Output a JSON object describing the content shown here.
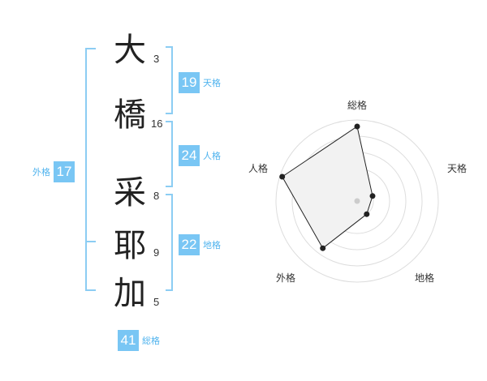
{
  "name": {
    "chars": [
      {
        "char": "大",
        "strokes": "3"
      },
      {
        "char": "橋",
        "strokes": "16"
      },
      {
        "char": "采",
        "strokes": "8"
      },
      {
        "char": "耶",
        "strokes": "9"
      },
      {
        "char": "加",
        "strokes": "5"
      }
    ]
  },
  "fortune": {
    "tenkaku": {
      "value": "19",
      "label": "天格"
    },
    "jinkaku": {
      "value": "24",
      "label": "人格"
    },
    "chikaku": {
      "value": "22",
      "label": "地格"
    },
    "gaikaku": {
      "value": "17",
      "label": "外格"
    },
    "soukaku": {
      "value": "41",
      "label": "総格"
    }
  },
  "radar": {
    "labels": {
      "soukaku": "総格",
      "tenkaku": "天格",
      "chikaku": "地格",
      "gaikaku": "外格",
      "jinkaku": "人格"
    },
    "levels": {
      "soukaku": 0.92,
      "tenkaku": 0.2,
      "chikaku": 0.2,
      "gaikaku": 0.72,
      "jinkaku": 0.97
    },
    "ring_count": 5
  },
  "colors": {
    "accent": "#79c6f4",
    "accent_text": "#4fb3ee",
    "bracket": "#8ccdf3",
    "radar_fill": "#f2f2f2",
    "radar_line": "#222222",
    "ring": "#dddddd"
  }
}
